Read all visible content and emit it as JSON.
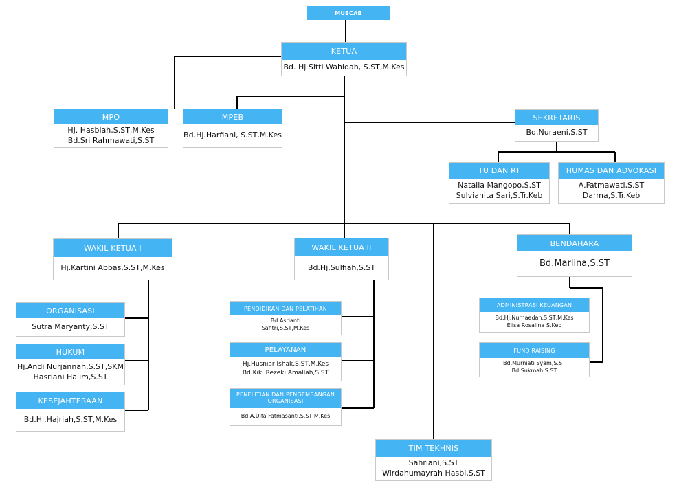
{
  "colors": {
    "header": "#45b4f2",
    "line": "#000000"
  },
  "nodes": {
    "muscab": {
      "title": "MUSCAB"
    },
    "ketua": {
      "title": "KETUA",
      "members": [
        "Bd. Hj Sitti Wahidah, S.ST,M.Kes"
      ]
    },
    "mpo": {
      "title": "MPO",
      "members": [
        "Hj. Hasbiah,S.ST,M.Kes",
        "Bd.Sri Rahmawati,S.ST"
      ]
    },
    "mpeb": {
      "title": "MPEB",
      "members": [
        "Bd.Hj.Harfiani, S.ST,M.Kes"
      ]
    },
    "sekretaris": {
      "title": "SEKRETARIS",
      "members": [
        "Bd.Nuraeni,S.ST"
      ]
    },
    "tu_rt": {
      "title": "TU DAN RT",
      "members": [
        "Natalia Mangopo,S.ST",
        "Sulvianita Sari,S.Tr.Keb"
      ]
    },
    "humas": {
      "title": "HUMAS DAN ADVOKASI",
      "members": [
        "A.Fatmawati,S.ST",
        "Darma,S.Tr.Keb"
      ]
    },
    "wakil1": {
      "title": "WAKIL KETUA I",
      "members": [
        "Hj.Kartini Abbas,S.ST,M.Kes"
      ]
    },
    "wakil2": {
      "title": "WAKIL KETUA II",
      "members": [
        "Bd.Hj,Sulfiah,S.ST"
      ]
    },
    "bendahara": {
      "title": "BENDAHARA",
      "members": [
        "Bd.Marlina,S.ST"
      ]
    },
    "organisasi": {
      "title": "ORGANISASI",
      "members": [
        "Sutra Maryanty,S.ST"
      ]
    },
    "hukum": {
      "title": "HUKUM",
      "members": [
        "Hj.Andi Nurjannah,S.ST,SKM",
        "Hasriani Halim,S.ST"
      ]
    },
    "kesejahteraan": {
      "title": "KESEJAHTERAAN",
      "members": [
        "Bd.Hj.Hajriah,S.ST,M.Kes"
      ]
    },
    "pendidikan": {
      "title": "PENDIDIKAN DAN PELATIHAN",
      "members": [
        "Bd.Asrianti",
        "Safitri,S.ST,M.Kes"
      ]
    },
    "pelayanan": {
      "title": "PELAYANAN",
      "members": [
        "Hj.Husniar Ishak,S.ST,M.Kes",
        "Bd.Kiki Rezeki Amallah,S.ST"
      ]
    },
    "penelitian": {
      "title": "PENELITIAN DAN PENGEMBANGAN ORGANISASI",
      "members": [
        "Bd.A.Ulfa Fatmasanti,S.ST,M.Kes"
      ]
    },
    "administrasi": {
      "title": "ADMINISTRASI KEUANGAN",
      "members": [
        "Bd.Hj.Nurhaedah,S.ST,M.Kes",
        "Elisa Rosalina S.Keb"
      ]
    },
    "fund": {
      "title": "FUND RAISING",
      "members": [
        "Bd.Murniati Syam,S.ST",
        "Bd.Sukmah,S.ST"
      ]
    },
    "tim": {
      "title": "TIM TEKHNIS",
      "members": [
        "Sahriani,S.ST",
        "Wirdahumayrah Hasbi,S.ST"
      ]
    }
  }
}
